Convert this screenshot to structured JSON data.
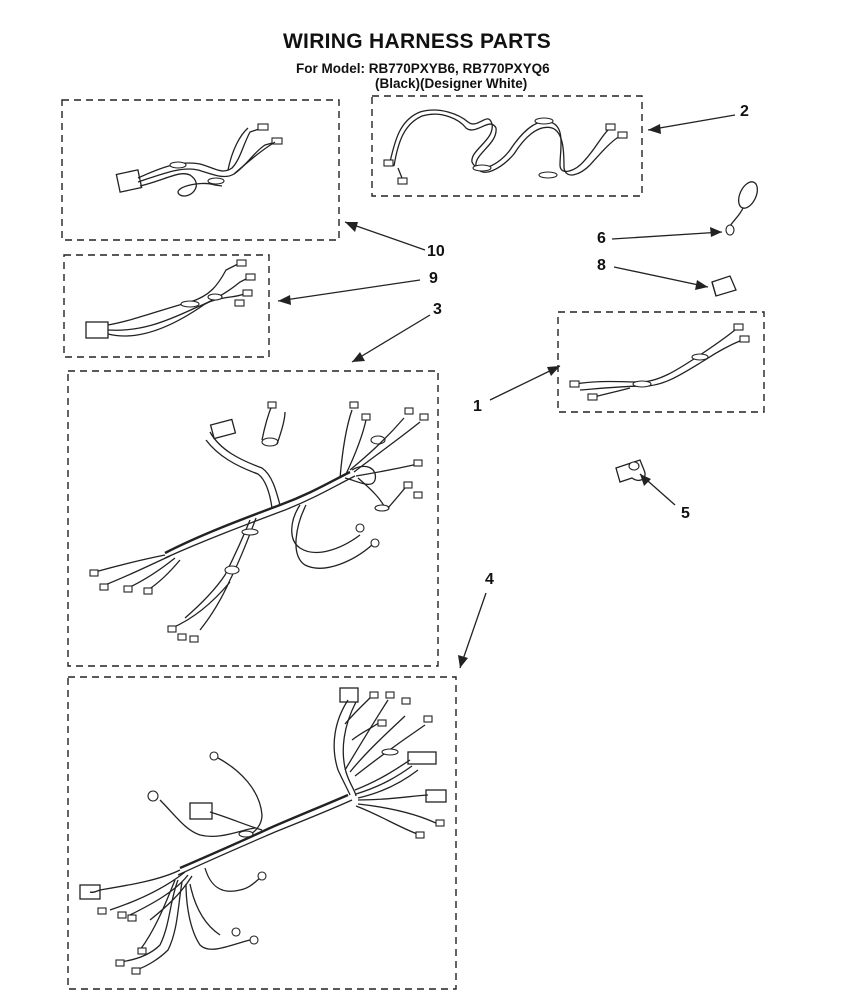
{
  "title": "WIRING HARNESS PARTS",
  "model_line": "For Model: RB770PXYB6, RB770PXYQ6",
  "color_line": "(Black)(Designer White)",
  "parts": [
    {
      "number": "1",
      "kind": "wire harness"
    },
    {
      "number": "2",
      "kind": "wire harness"
    },
    {
      "number": "3",
      "kind": "main wire harness"
    },
    {
      "number": "4",
      "kind": "wire harness"
    },
    {
      "number": "5",
      "kind": "clamp"
    },
    {
      "number": "6",
      "kind": "ring tie"
    },
    {
      "number": "8",
      "kind": "connector block"
    },
    {
      "number": "9",
      "kind": "wire harness"
    },
    {
      "number": "10",
      "kind": "wire harness"
    }
  ],
  "labels": {
    "p1": "1",
    "p2": "2",
    "p3": "3",
    "p4": "4",
    "p5": "5",
    "p6": "6",
    "p8": "8",
    "p9": "9",
    "p10": "10"
  }
}
